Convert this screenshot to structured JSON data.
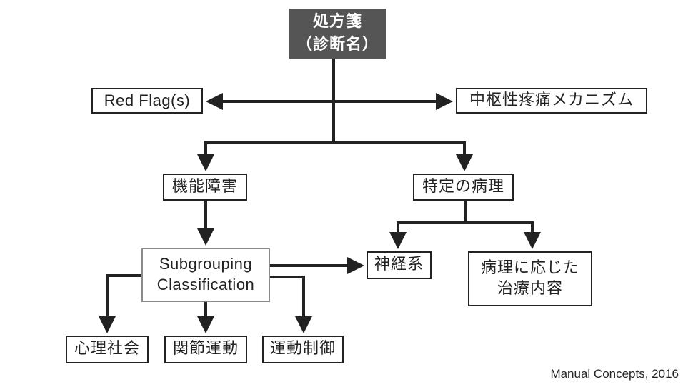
{
  "diagram": {
    "root": {
      "line1": "処方箋",
      "line2": "（診断名）"
    },
    "red_flags": "Red Flag(s)",
    "central_pain": "中枢性疼痛メカニズム",
    "functional_impairment": "機能障害",
    "specific_pathology": "特定の病理",
    "subgrouping": {
      "line1": "Subgrouping",
      "line2": "Classification"
    },
    "nervous_system": "神経系",
    "pathology_treatment": {
      "line1": "病理に応じた",
      "line2": "治療内容"
    },
    "psychosocial": "心理社会",
    "joint_movement": "関節運動",
    "motor_control": "運動制御",
    "edges": [
      {
        "from": "root",
        "to": "red_flags"
      },
      {
        "from": "root",
        "to": "central_pain"
      },
      {
        "from": "root",
        "to": "functional_impairment"
      },
      {
        "from": "root",
        "to": "specific_pathology"
      },
      {
        "from": "functional_impairment",
        "to": "subgrouping"
      },
      {
        "from": "specific_pathology",
        "to": "nervous_system"
      },
      {
        "from": "specific_pathology",
        "to": "pathology_treatment"
      },
      {
        "from": "subgrouping",
        "to": "nervous_system"
      },
      {
        "from": "subgrouping",
        "to": "psychosocial"
      },
      {
        "from": "subgrouping",
        "to": "joint_movement"
      },
      {
        "from": "subgrouping",
        "to": "motor_control"
      }
    ]
  },
  "credit": "Manual Concepts, 2016"
}
